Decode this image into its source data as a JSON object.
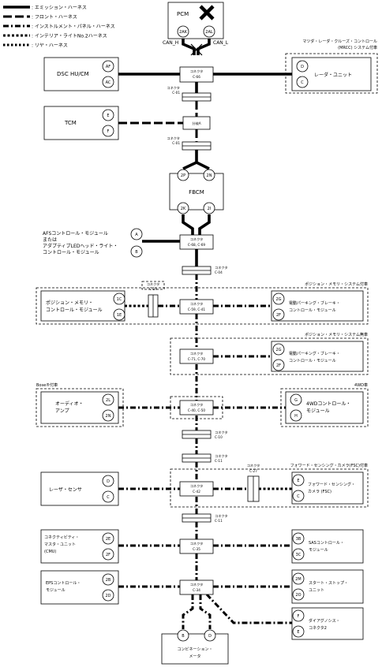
{
  "legend": {
    "items": [
      {
        "key": "emission",
        "label": ": エミッション・ハーネス"
      },
      {
        "key": "front",
        "label": ": フロント・ハーネス"
      },
      {
        "key": "instrument",
        "label": ": インストルメント・パネル・ハーネス"
      },
      {
        "key": "interior",
        "label": ": インテリア・ライトNo.2ハーネス"
      },
      {
        "key": "rear",
        "label": ": リヤ・ハーネス"
      }
    ]
  },
  "pcm": {
    "label": "PCM",
    "pin_left": "2AK",
    "pin_right": "2AL",
    "can_h": "CAN_H",
    "can_l": "CAN_L"
  },
  "connectors": {
    "c66": {
      "title": "コネクタ",
      "code": "C-66"
    },
    "c01a": {
      "title": "コネクタ",
      "code": "C-01"
    },
    "bunki": {
      "code": "分岐A"
    },
    "c01b": {
      "title": "コネクタ",
      "code": "C-01"
    },
    "c68": {
      "title": "コネクタ",
      "code": "C-68, C-69"
    },
    "c04": {
      "title": "コネクタ",
      "code": "C-04"
    },
    "c19": {
      "title": "コネクタ",
      "code": "C-19"
    },
    "c59": {
      "title": "コネクタ",
      "code": "C-59, C-41"
    },
    "c71": {
      "title": "コネクタ",
      "code": "C-71, C-70"
    },
    "c40": {
      "title": "コネクタ",
      "code": "C-40, C-50"
    },
    "c10": {
      "title": "コネクタ",
      "code": "C-10"
    },
    "c11a": {
      "title": "コネクタ",
      "code": "C-11"
    },
    "c27": {
      "title": "コネクタ",
      "code": "C-27"
    },
    "c42": {
      "title": "コネクタ",
      "code": "C-42"
    },
    "c11b": {
      "title": "コネクタ",
      "code": "C-11"
    },
    "c35": {
      "title": "コネクタ",
      "code": "C-35"
    },
    "c34": {
      "title": "コネクタ",
      "code": "C-34"
    }
  },
  "modules": {
    "dsc": {
      "label": "DSC HU/CM",
      "pin1": "AF",
      "pin2": "AC"
    },
    "radar": {
      "label": "レーダ・ユニット",
      "pin1": "D",
      "pin2": "C",
      "note_line1": "マツダ・レーダ・クルーズ・コントロール",
      "note_line2": "(MRCC) システム付車"
    },
    "tcm": {
      "label": "TCM",
      "pin1": "E",
      "pin2": "F"
    },
    "fbcm": {
      "label": "FBCM",
      "pin_tl": "2P",
      "pin_tr": "2N",
      "pin_bl": "2K",
      "pin_br": "2I"
    },
    "afs": {
      "line1": "AFSコントロール・モジュール",
      "line2": "または",
      "line3": "アダプティブLEDヘッド・ライト・",
      "line4": "コントロール・モジュール",
      "pin1": "A",
      "pin2": "B"
    },
    "posmem": {
      "line1": "ポジション・メモリ・",
      "line2": "コントロール・モジュール",
      "pin1": "1C",
      "pin2": "1E"
    },
    "epb1": {
      "line1": "電動パーキング・ブレーキ・",
      "line2": "コントロール・モジュール",
      "pin1": "2G",
      "pin2": "2F",
      "note": "ポジション・メモリ・システム付車"
    },
    "epb2": {
      "line1": "電動パーキング・ブレーキ・",
      "line2": "コントロール・モジュール",
      "pin1": "2G",
      "pin2": "2F",
      "note": "ポジション・メモリ・システム無車"
    },
    "audio": {
      "line1": "オーディオ・",
      "line2": "アンプ",
      "pin1": "2L",
      "pin2": "2N",
      "note": "Bose®付車"
    },
    "awd": {
      "line1": "4WDコントロール・",
      "line2": "モジュール",
      "pin1": "G",
      "pin2": "H",
      "note": "4WD車"
    },
    "laser": {
      "label": "レーザ・センサ",
      "pin1": "D",
      "pin2": "C"
    },
    "fsc": {
      "line1": "フォワード・センシング・",
      "line2": "カメラ (FSC)",
      "pin1": "E",
      "pin2": "C",
      "note": "フォワード・センシング・カメラ(FSC)付車"
    },
    "cmu": {
      "line1": "コネクティビティ・",
      "line2": "マスタ・ユニット",
      "line3": "(CMU)",
      "pin1": "2E",
      "pin2": "2F"
    },
    "sas": {
      "line1": "SASコントロール・",
      "line2": "モジュール",
      "pin1": "3B",
      "pin2": "3C"
    },
    "eps": {
      "line1": "EPSコントロール・",
      "line2": "モジュール",
      "pin1": "2B",
      "pin2": "2D"
    },
    "startstop": {
      "line1": "スタート・ストップ・",
      "line2": "ユニット",
      "pin1": "2M",
      "pin2": "2O"
    },
    "diag": {
      "line1": "ダイアグノシス・",
      "line2": "コネクタ2",
      "pin1": "F",
      "pin2": "E"
    },
    "combi": {
      "line1": "コンビネーション・",
      "line2": "メータ",
      "pin1": "B",
      "pin2": "D"
    }
  }
}
